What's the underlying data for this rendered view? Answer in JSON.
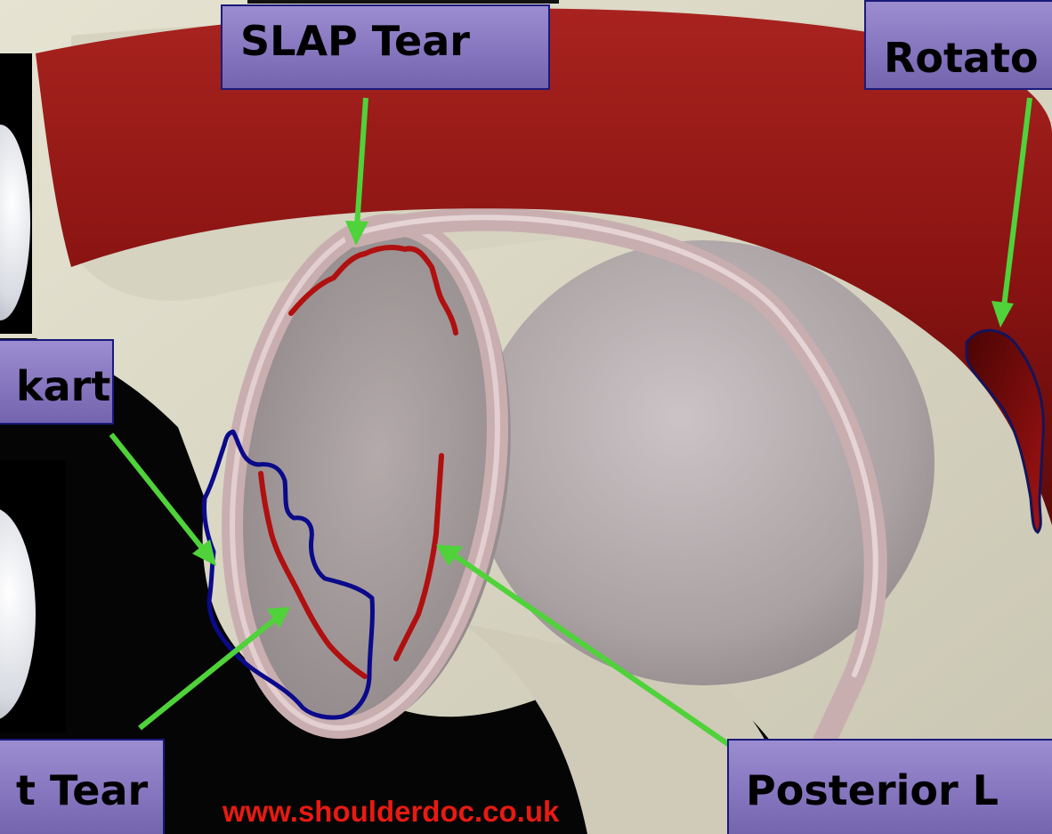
{
  "labels": {
    "slap": "SLAP Tear",
    "rotator": "Rotato",
    "bankart": "kart",
    "bankart_tear": "t Tear",
    "posterior": "Posterior L"
  },
  "watermark": "www.shoulderdoc.co.uk",
  "colors": {
    "label_fill": "#8676bf",
    "label_border": "#1a1a7a",
    "arrow": "#4fd23a",
    "tear_line": "#b01010",
    "bankart_outline": "#0a0a8a",
    "muscle": "#8e1414",
    "labrum": "#c9aeb0",
    "bone": "#dcd9c6",
    "watermark": "#e81a12"
  }
}
